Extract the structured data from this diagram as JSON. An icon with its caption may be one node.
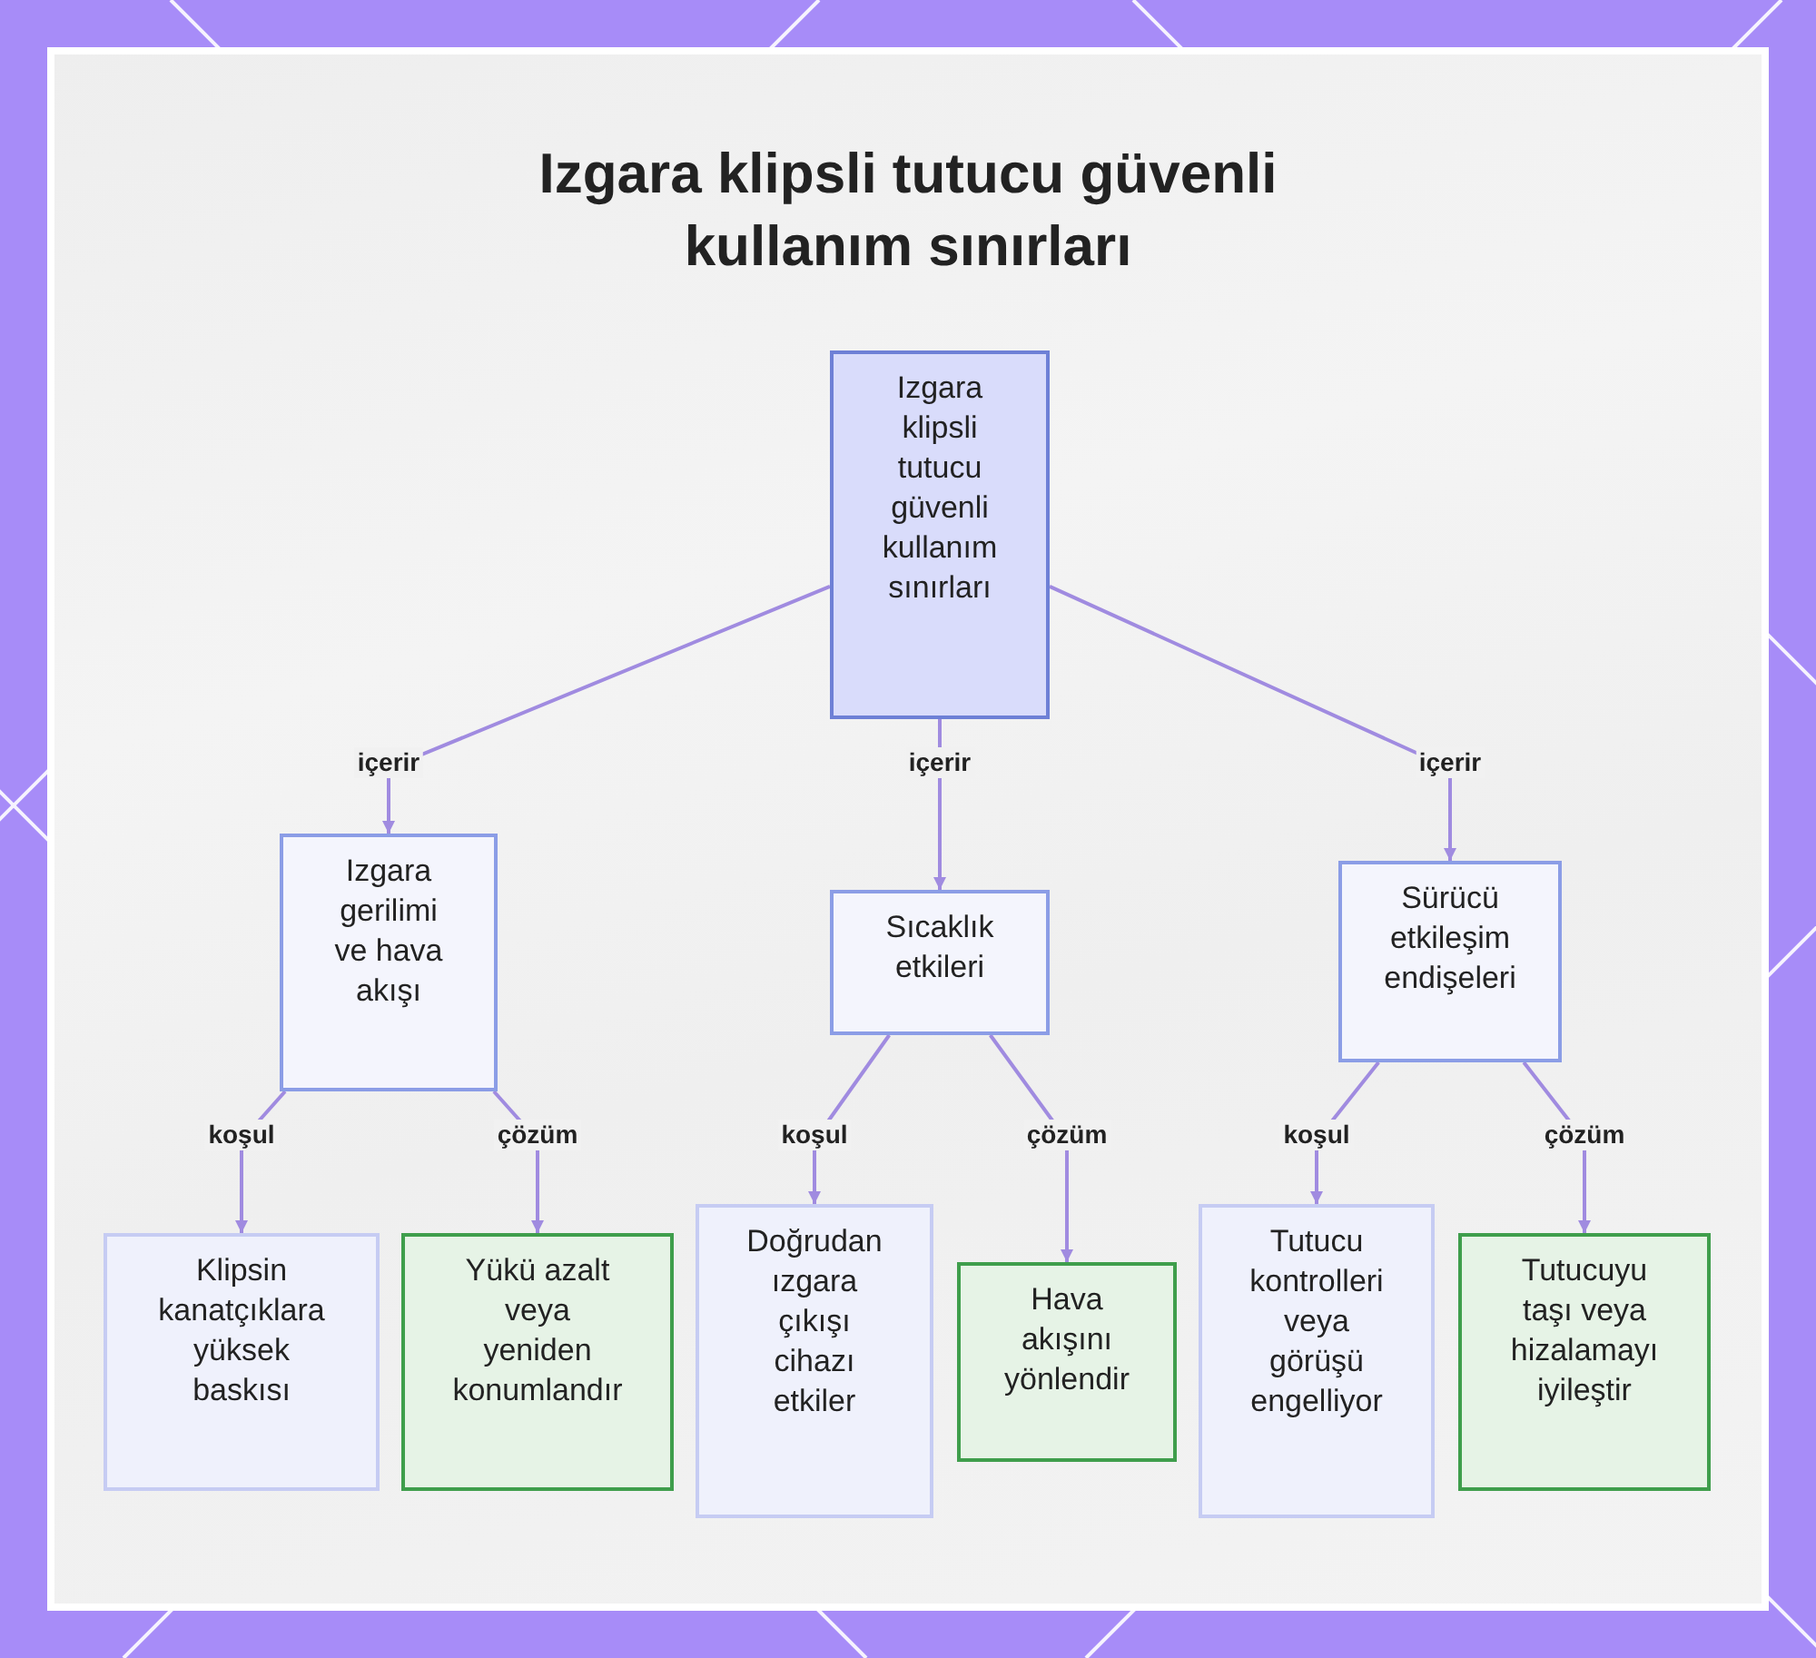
{
  "diagram": {
    "title": "Izgara klipsli tutucu güvenli kullanım sınırları",
    "nodes": [
      {
        "text": [
          "Izgara klipsli tutucu güvenli kullanım sınırları"
        ]
      },
      {
        "text": [
          "Izgara gerilimi ve hava akışı"
        ]
      },
      {
        "text": [
          "Sıcaklık etkileri"
        ]
      },
      {
        "text": [
          "Sürücü etkileşim endişeleri"
        ]
      },
      {
        "text": [
          "Klipsin kanatçıklara yüksek baskısı"
        ]
      },
      {
        "text": [
          "Yükü azalt veya yeniden konumlandır"
        ]
      },
      {
        "text": [
          "Doğrudan ızgara çıkışı cihazı etkiler"
        ]
      },
      {
        "text": [
          "Hava akışını yönlendir"
        ]
      },
      {
        "text": [
          "Tutucu kontrolleri veya görüşü engelliyor"
        ]
      },
      {
        "text": [
          "Tutucuyu taşı veya hizalamayı iyileştir"
        ]
      }
    ],
    "edges": [
      {
        "from": 0,
        "to": 1,
        "arrow": "to",
        "label": "içerir"
      },
      {
        "from": 0,
        "to": 2,
        "arrow": "to",
        "label": "içerir"
      },
      {
        "from": 0,
        "to": 3,
        "arrow": "to",
        "label": "içerir"
      },
      {
        "from": 1,
        "to": 4,
        "arrow": "to",
        "label": "koşul"
      },
      {
        "from": 1,
        "to": 5,
        "arrow": "to",
        "label": "çözüm"
      },
      {
        "from": 2,
        "to": 6,
        "arrow": "to",
        "label": "koşul"
      },
      {
        "from": 2,
        "to": 7,
        "arrow": "to",
        "label": "çözüm"
      },
      {
        "from": 3,
        "to": 8,
        "arrow": "to",
        "label": "koşul"
      },
      {
        "from": 3,
        "to": 9,
        "arrow": "to",
        "label": "çözüm"
      }
    ]
  }
}
